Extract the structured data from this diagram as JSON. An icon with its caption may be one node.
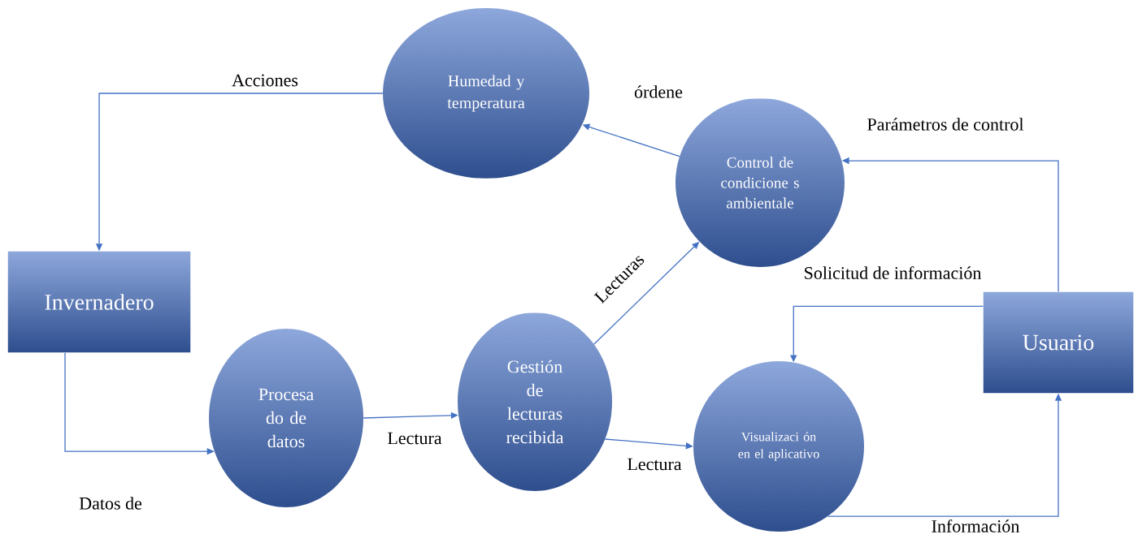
{
  "diagram": {
    "nodes": [
      {
        "text": [
          "Humedad y temperatura"
        ]
      },
      {
        "text": [
          "Control de condicione s ambientale"
        ]
      },
      {
        "text": [
          "Invernadero"
        ]
      },
      {
        "text": [
          "Procesa do de datos"
        ]
      },
      {
        "text": [
          "Gestión de lecturas recibida"
        ]
      },
      {
        "text": [
          "Visualizaci ón en el aplicativo"
        ]
      },
      {
        "text": [
          "Usuario"
        ]
      }
    ],
    "edges": [
      {
        "from": 0,
        "to": 2,
        "arrow": "to",
        "label": "Acciones"
      },
      {
        "from": 1,
        "to": 0,
        "arrow": "to",
        "label": "órdene"
      },
      {
        "from": 6,
        "to": 1,
        "arrow": "to",
        "label": "Parámetros de control"
      },
      {
        "from": 6,
        "to": 5,
        "arrow": "to",
        "label": "Solicitud de información"
      },
      {
        "from": 2,
        "to": 3,
        "arrow": "to",
        "label": "Datos de"
      },
      {
        "from": 3,
        "to": 4,
        "arrow": "to",
        "label": "Lectura"
      },
      {
        "from": 4,
        "to": 1,
        "arrow": "to",
        "label": "Lecturas"
      },
      {
        "from": 4,
        "to": 5,
        "arrow": "to",
        "label": "Lectura"
      },
      {
        "from": 5,
        "to": 6,
        "arrow": "to",
        "label": "Información"
      }
    ]
  }
}
